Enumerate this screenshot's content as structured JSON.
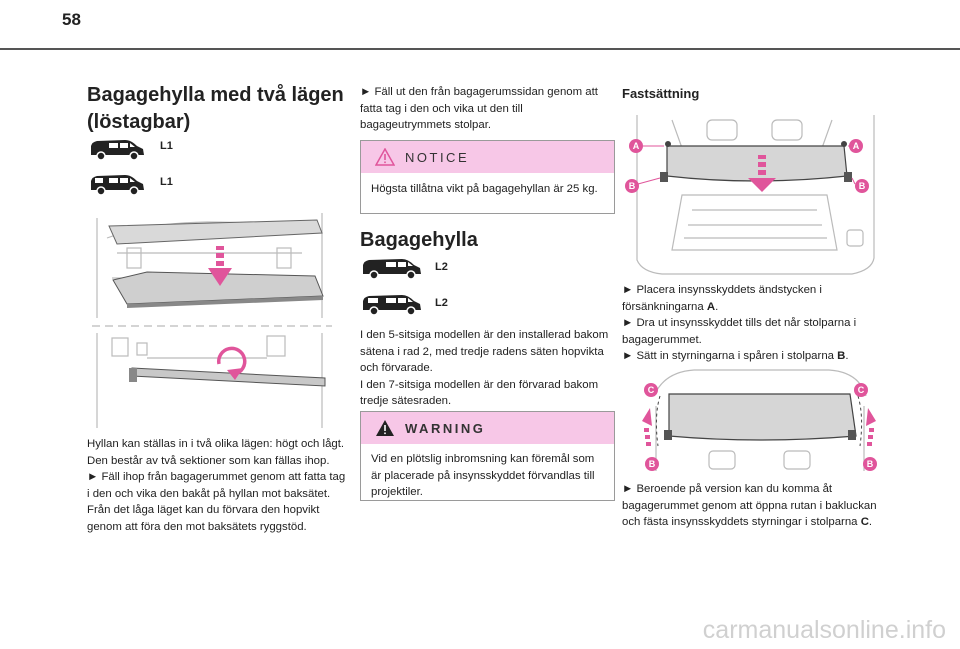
{
  "page_number": "58",
  "left": {
    "title_line1": "Bagagehylla med två lägen",
    "title_line2": "(löstagbar)",
    "car1_label": "L1",
    "car2_label": "L1",
    "para1": "Hyllan kan ställas in i två olika lägen: högt och lågt.",
    "para2": "Den består av två sektioner som kan fällas ihop.",
    "para3": "► Fäll ihop från bagagerummet genom att fatta tag i den och vika den bakåt på hyllan mot baksätet. Från det låga läget kan du förvara den hopvikt genom att föra den mot baksätets ryggstöd."
  },
  "middle": {
    "para1": "► Fäll ut den från bagagerumssidan genom att fatta tag i den och vika ut den till bagageutrymmets stolpar.",
    "notice_title": "NOTICE",
    "notice_text": "Högsta tillåtna vikt på bagagehyllan är 25 kg.",
    "section_title": "Bagagehylla",
    "car1_label": "L2",
    "car2_label": "L2",
    "para2": "I den 5-sitsiga modellen är den installerad bakom sätena i rad 2, med tredje radens säten hopvikta och förvarade.",
    "para3": "I den 7-sitsiga modellen är den förvarad bakom tredje sätesraden.",
    "warning_title": "WARNING",
    "warning_text": "Vid en plötslig inbromsning kan föremål som är placerade på insynsskyddet förvandlas till projektiler."
  },
  "right": {
    "title": "Fastsättning",
    "bullet1_pre": "► Placera insynsskyddets ändstycken i försänkningarna ",
    "bullet1_bold": "A",
    "bullet1_post": ".",
    "bullet2": "► Dra ut insynsskyddet tills det når stolparna i bagagerummet.",
    "bullet3_pre": "► Sätt in styrningarna i spåren i stolparna ",
    "bullet3_bold": "B",
    "bullet3_post": ".",
    "bullet4_pre": "► Beroende på version kan du komma åt bagagerummet genom att öppna rutan i bakluckan och fästa insynsskyddets styrningar i stolparna ",
    "bullet4_bold": "C",
    "bullet4_post": ".",
    "fig1_markers": [
      "A",
      "A",
      "B",
      "B"
    ],
    "fig2_markers": [
      "C",
      "C",
      "B",
      "B"
    ]
  },
  "watermark": "carmanualsonline.info",
  "colors": {
    "accent": "#e0559b",
    "box_head": "#f7c7e7",
    "rule": "#555555"
  }
}
